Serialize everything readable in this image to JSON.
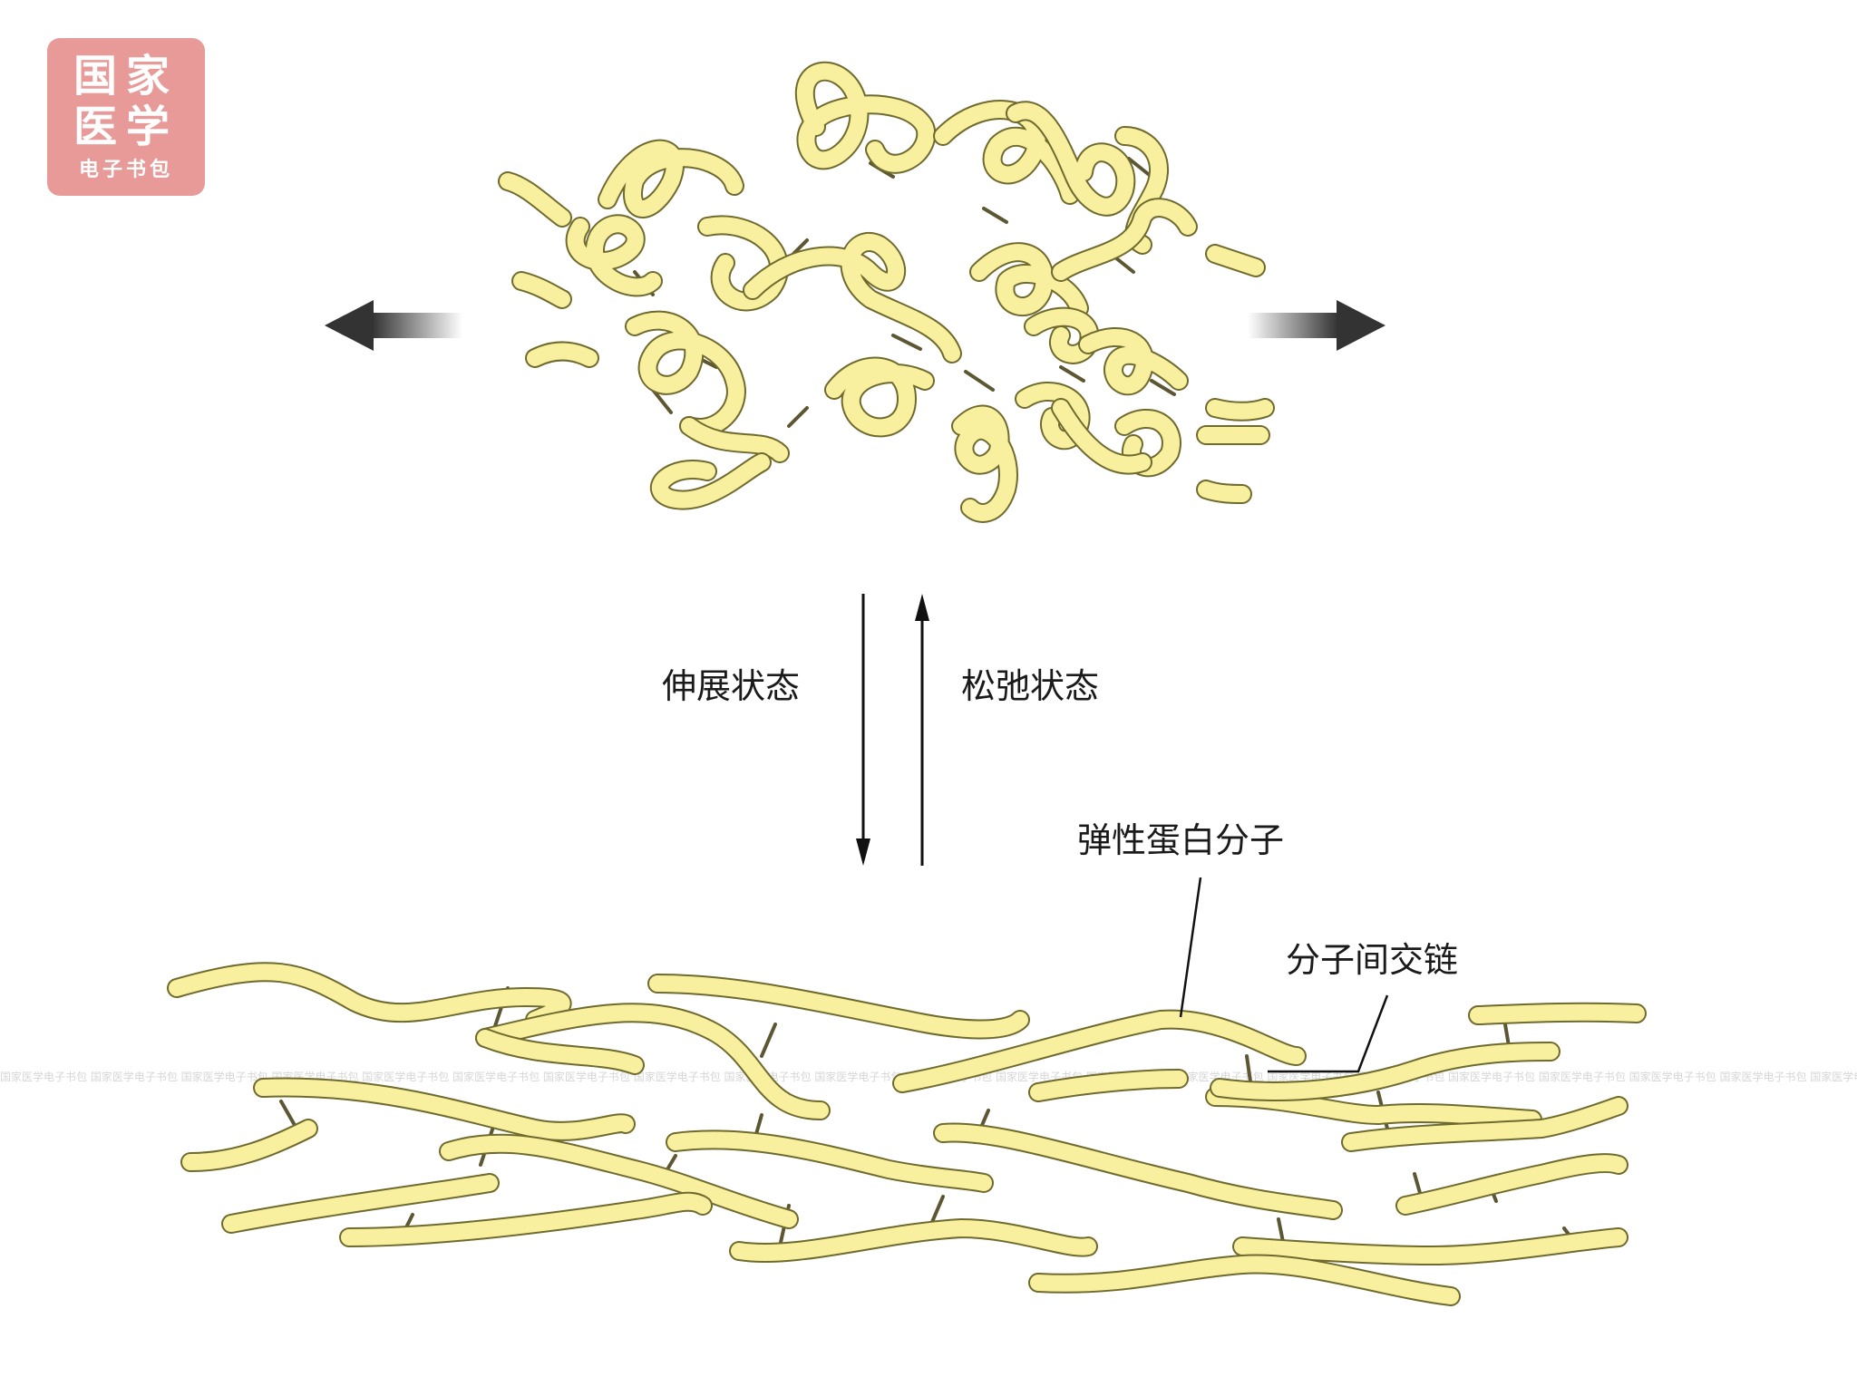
{
  "logo": {
    "line1": "国家",
    "line2": "医学",
    "line3": "电子书包"
  },
  "watermark": "国家医学电子书包",
  "labels": {
    "stretched": "伸展状态",
    "relaxed": "松弛状态",
    "elastin_molecule": "弹性蛋白分子",
    "crosslink": "分子间交链"
  },
  "colors": {
    "fiber_fill": "#f8ef9f",
    "fiber_outline": "#6f6a2e",
    "crosslink": "#5d5633",
    "arrow": "#111111",
    "logo_bg": "#e79a98"
  }
}
